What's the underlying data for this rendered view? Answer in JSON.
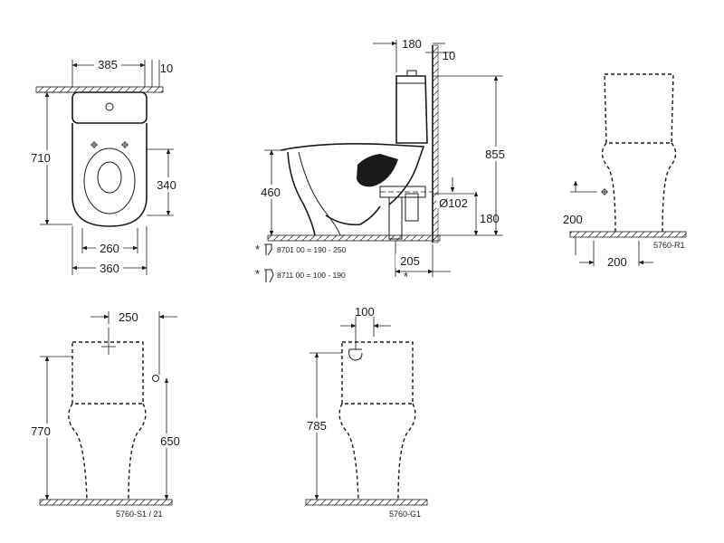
{
  "top_view": {
    "dims": {
      "width_top": "385",
      "gap": "10",
      "depth": "710",
      "bowl_offset": "340",
      "inner_width": "260",
      "outer_width": "360"
    }
  },
  "side_view": {
    "dims": {
      "wall_distance": "180",
      "wall_gap": "10",
      "height_total": "855",
      "seat_height": "460",
      "outlet_diameter": "Ø102",
      "outlet_height": "180",
      "outlet_offset": "205",
      "star": "*"
    },
    "fittings": [
      {
        "marker": "*",
        "text": "8701 00 = 190 - 250"
      },
      {
        "marker": "*",
        "text": "8711 00 = 100 - 190"
      }
    ]
  },
  "view_r1": {
    "dims": {
      "height": "200",
      "offset": "200"
    },
    "code": "5760-R1"
  },
  "view_s1": {
    "dims": {
      "offset": "250",
      "height_total": "770",
      "supply_height": "650"
    },
    "code": "5760-S1 / 21"
  },
  "view_g1": {
    "dims": {
      "offset": "100",
      "height_total": "785"
    },
    "code": "5760-G1"
  }
}
